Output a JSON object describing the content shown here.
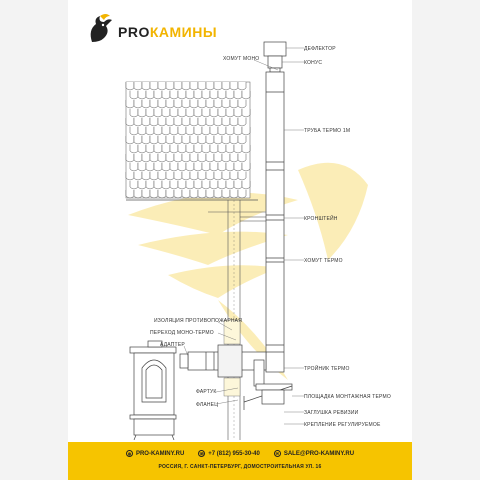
{
  "brand": {
    "prefix": "PRO",
    "suffix": "КАМИНЫ"
  },
  "labels": {
    "deflector": "ДЕФЛЕКТОР",
    "cone": "КОНУС",
    "clamp_mono": "ХОМУТ МОНО",
    "pipe_thermo": "ТРУБА ТЕРМО 1М",
    "bracket": "КРОНШТЕЙН",
    "clamp_thermo": "ХОМУТ ТЕРМО",
    "fire_insulation": "ИЗОЛЯЦИЯ ПРОТИВОПОЖАРНАЯ",
    "transition": "ПЕРЕХОД МОНО-ТЕРМО",
    "adapter": "АДАПТЕР",
    "tee_thermo": "ТРОЙНИК ТЕРМО",
    "mount_platform": "ПЛОЩАДКА МОНТАЖНАЯ ТЕРМО",
    "facade": "ФАРТУК",
    "revision_plug": "ЗАГЛУШКА РЕВИЗИИ",
    "flange": "ФЛАНЕЦ",
    "adjustable_mount": "КРЕПЛЕНИЕ РЕГУЛИРУЕМОЕ"
  },
  "footer": {
    "site": "PRO-KAMINY.RU",
    "phone": "+7 (812) 955-30-40",
    "email": "SALE@PRO-KAMINY.RU",
    "address": "РОССИЯ, Г. САНКТ-ПЕТЕРБУРГ, ДОМОСТРОИТЕЛЬНАЯ УЛ. 16"
  },
  "colors": {
    "accent": "#f6c400",
    "line": "#444444",
    "watermark": "#fbe9a6"
  },
  "icons": [
    "logo-dragon-icon",
    "globe-icon",
    "phone-icon",
    "mail-icon"
  ]
}
